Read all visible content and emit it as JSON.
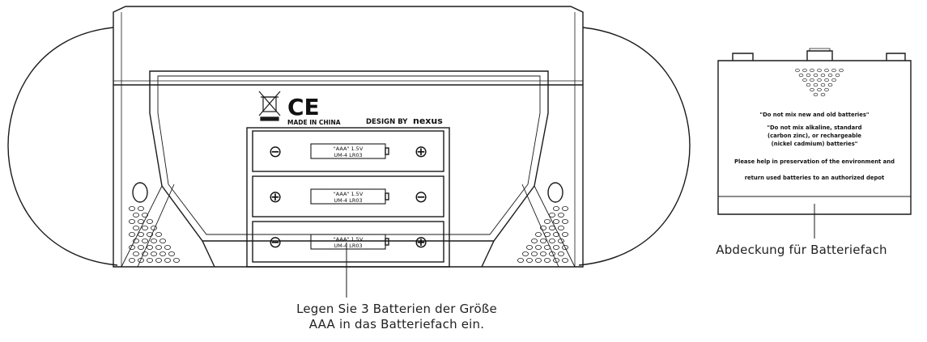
{
  "device": {
    "ce_mark": "CE",
    "made_in": "MADE IN CHINA",
    "design_by": "DESIGN BY",
    "brand": "nexus",
    "batteries": [
      {
        "left_sign": "⊖",
        "right_sign": "⊕",
        "type": "\"AAA\" 1.5V",
        "code": "UM-4  LR03"
      },
      {
        "left_sign": "⊕",
        "right_sign": "⊖",
        "type": "\"AAA\" 1.5V",
        "code": "UM-4  LR03"
      },
      {
        "left_sign": "⊖",
        "right_sign": "⊕",
        "type": "\"AAA\" 1.5V",
        "code": "UM-4  LR03"
      }
    ]
  },
  "cover": {
    "notice_1": "\"Do not mix new and old batteries\"",
    "notice_2": [
      "\"Do not mix alkaline, standard",
      "(carbon zinc), or rechargeable",
      "(nickel cadmium) batteries\""
    ],
    "notice_3": [
      "Please help in preservation of the environment and",
      "return used batteries to an authorized depot"
    ]
  },
  "labels": {
    "main": [
      "Legen Sie 3 Batterien der Größe",
      "AAA in das Batteriefach ein."
    ],
    "cover": "Abdeckung für Batteriefach"
  }
}
